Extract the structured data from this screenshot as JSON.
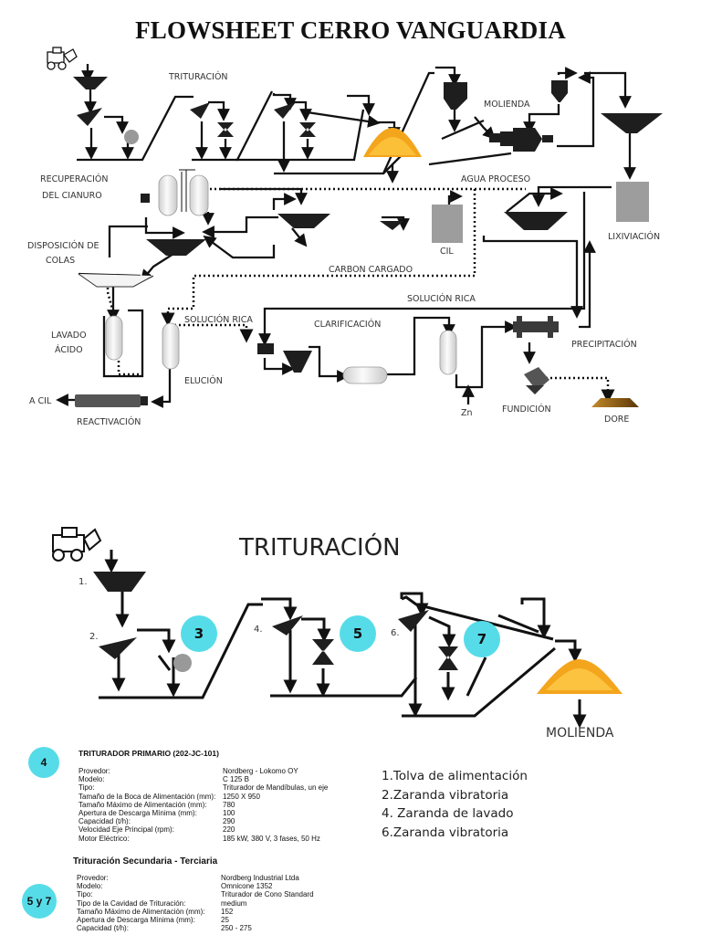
{
  "title": "FLOWSHEET CERRO VANGUARDIA",
  "flowsheet": {
    "labels": {
      "trituracion": "TRITURACIÓN",
      "molienda": "MOLIENDA",
      "agua_proceso": "AGUA PROCESO",
      "recuperacion_1": "RECUPERACIÓN",
      "recuperacion_2": "DEL CIANURO",
      "disposicion_1": "DISPOSICIÓN DE",
      "disposicion_2": "COLAS",
      "cil": "CIL",
      "lixiviacion": "LIXIVIACIÓN",
      "carbon_cargado": "CARBON CARGADO",
      "solucion_rica_1": "SOLUCIÓN RICA",
      "solucion_rica_2": "SOLUCIÓN RICA",
      "clarificacion": "CLARIFICACIÓN",
      "lavado_1": "LAVADO",
      "lavado_2": "ÁCIDO",
      "elucion": "ELUCIÓN",
      "precipitacion": "PRECIPITACIÓN",
      "a_cil": "A CIL",
      "reactivacion": "REACTIVACIÓN",
      "zn": "Zn",
      "fundicion": "FUNDICIÓN",
      "dore": "DORE"
    }
  },
  "detail": {
    "title": "TRITURACIÓN",
    "molienda": "MOLIENDA",
    "step_numbers": [
      "1.",
      "2.",
      "4.",
      "6."
    ],
    "circles": [
      "3",
      "5",
      "7"
    ]
  },
  "legend": [
    "1.Tolva de alimentación",
    "2.Zaranda vibratoria",
    "4. Zaranda de lavado",
    "6.Zaranda vibratoria"
  ],
  "badges": {
    "primary": "4",
    "secondary": "5 y 7"
  },
  "colors": {
    "badge": "#56dce8",
    "equipment": "#222222",
    "tank": "#eeeeee",
    "ore": "#f0a020",
    "dore": "#8a5a14"
  },
  "spec_primary": {
    "heading": "TRITURADOR PRIMARIO (202-JC-101)",
    "rows": [
      {
        "k": "Provedor:",
        "v": "Nordberg - Lokomo OY"
      },
      {
        "k": "Modelo:",
        "v": "C 125 B"
      },
      {
        "k": "Tipo:",
        "v": "Triturador de Mandíbulas, un eje"
      },
      {
        "k": "Tamaño de la Boca de Alimentación (mm):",
        "v": "1250 X 950"
      },
      {
        "k": "Tamaño Máximo de Alimentación (mm):",
        "v": "780"
      },
      {
        "k": "Apertura de Descarga Mínima (mm):",
        "v": "100"
      },
      {
        "k": "Capacidad (t/h):",
        "v": "290"
      },
      {
        "k": "Velocidad Eje Principal (rpm):",
        "v": "220"
      },
      {
        "k": "Motor Eléctrico:",
        "v": "185 kW, 380 V, 3 fases, 50 Hz"
      }
    ]
  },
  "spec_secondary": {
    "heading": "Trituración Secundaria - Terciaria",
    "rows": [
      {
        "k": "Provedor:",
        "v": "Nordberg Industrial Ltda"
      },
      {
        "k": "Modelo:",
        "v": "Omnicone 1352"
      },
      {
        "k": "Tipo:",
        "v": "Triturador de Cono Standard"
      },
      {
        "k": "Tipo de la Cavidad de Trituración:",
        "v": "medium"
      },
      {
        "k": "Tamaño Máximo de Alimentación (mm):",
        "v": "152"
      },
      {
        "k": "Apertura de Descarga Mínima (mm):",
        "v": "25"
      },
      {
        "k": "Capacidad (t/h):",
        "v": "250 - 275"
      }
    ]
  }
}
